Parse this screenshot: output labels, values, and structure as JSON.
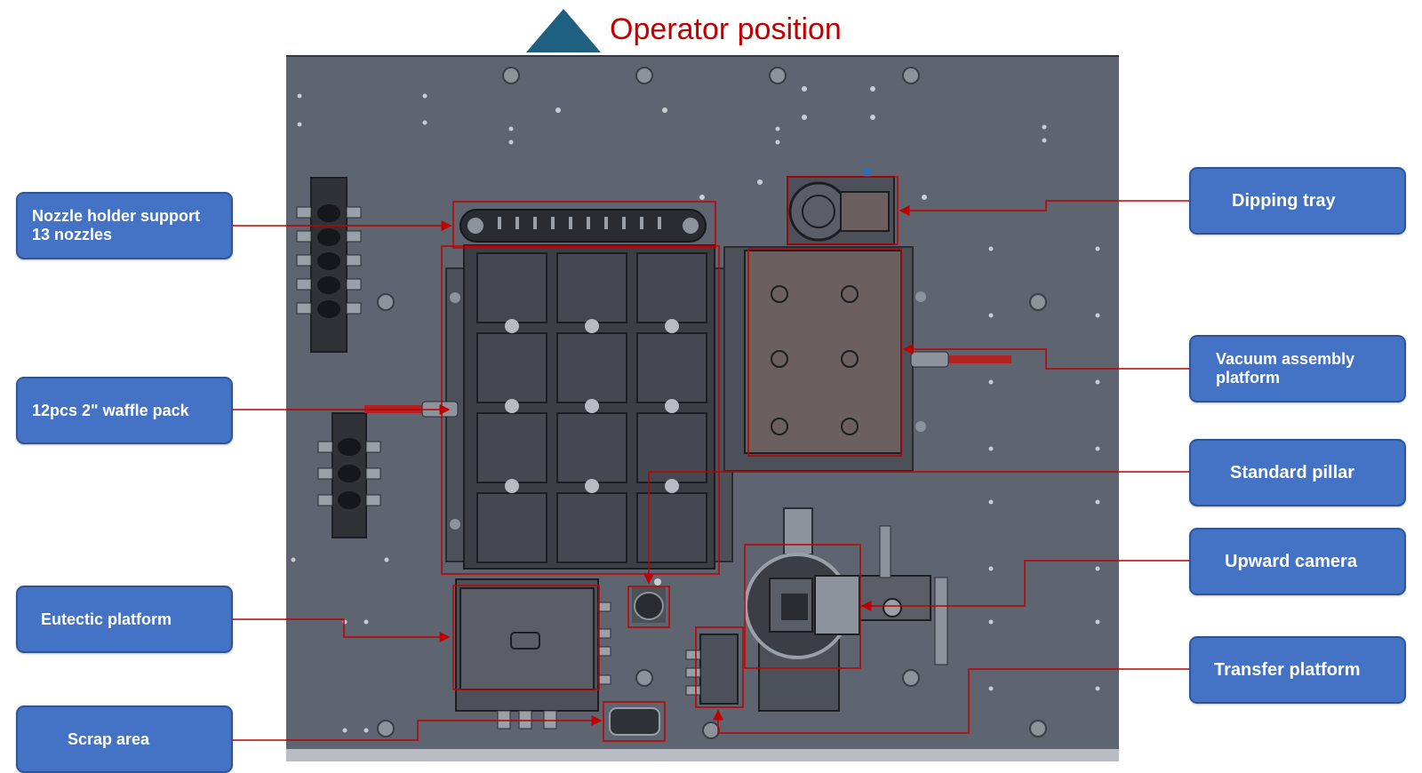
{
  "header": {
    "title": "Operator position"
  },
  "callouts_left": [
    {
      "id": "nozzle",
      "label": "Nozzle holder support\n 13 nozzles"
    },
    {
      "id": "waffle",
      "label": "12pcs 2\" waffle pack"
    },
    {
      "id": "eutectic",
      "label": "Eutectic platform"
    },
    {
      "id": "scrap",
      "label": "Scrap area"
    }
  ],
  "callouts_right": [
    {
      "id": "dipping",
      "label": "Dipping tray"
    },
    {
      "id": "vacuum",
      "label": "Vacuum assembly\nplatform"
    },
    {
      "id": "pillar",
      "label": "Standard pillar"
    },
    {
      "id": "camera",
      "label": "Upward camera"
    },
    {
      "id": "transfer",
      "label": "Transfer platform"
    }
  ],
  "colors": {
    "callout_fill": "#4472c4",
    "callout_border": "#2f5597",
    "leader_line": "#c00000",
    "title_text": "#c00000",
    "plate": "#5e6470",
    "operator_marker": "#1f5f80"
  }
}
